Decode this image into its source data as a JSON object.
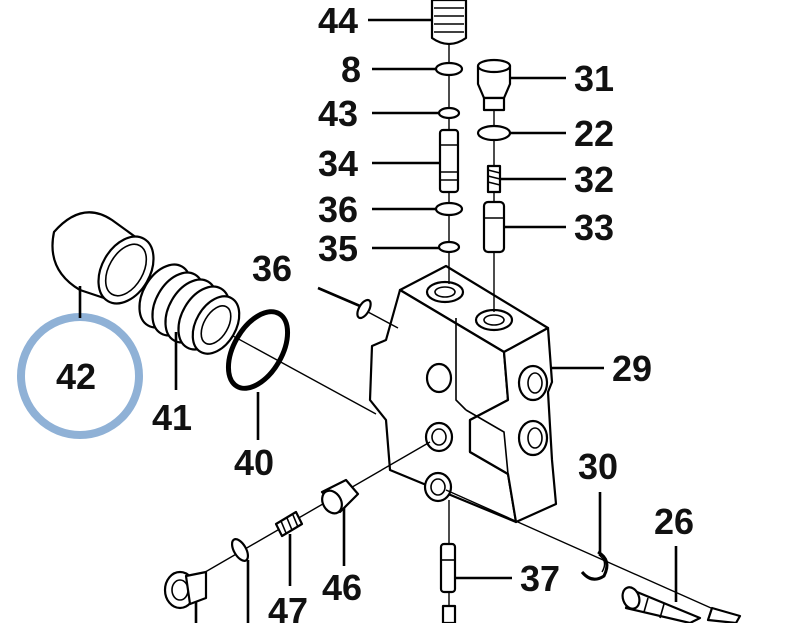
{
  "labels": {
    "p44": "44",
    "p8": "8",
    "p43": "43",
    "p34": "34",
    "p36a": "36",
    "p35": "35",
    "p31": "31",
    "p22": "22",
    "p32": "32",
    "p33": "33",
    "p36b": "36",
    "p29": "29",
    "p42": "42",
    "p41": "41",
    "p40": "40",
    "p30": "30",
    "p26": "26",
    "p46": "46",
    "p47": "47",
    "p37": "37"
  },
  "highlight": {
    "label": "42",
    "color": "#8fb1d6"
  }
}
